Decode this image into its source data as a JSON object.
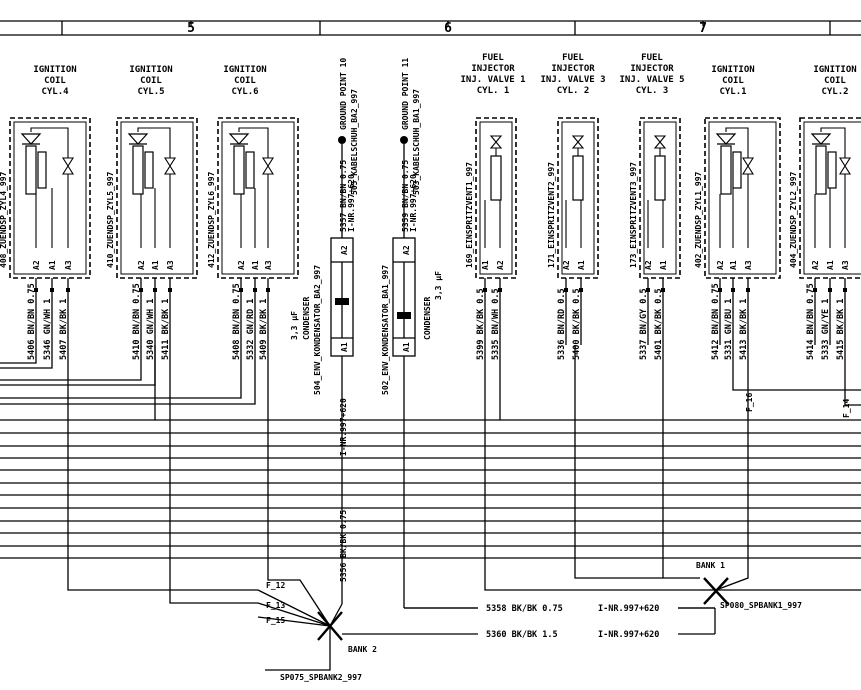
{
  "zones": [
    "5",
    "6",
    "7"
  ],
  "components": [
    {
      "id": "c1",
      "title": [
        "IGNITION",
        "COIL",
        "CYL.4"
      ],
      "label": "408_ZUENDSP_ZYL4_997",
      "kind": "coil",
      "pins": [
        "A2",
        "A1",
        "A3"
      ],
      "wires": [
        "5406 BN/BN 0.75",
        "5346 GN/WH 1",
        "5407 BK/BK 1"
      ]
    },
    {
      "id": "c2",
      "title": [
        "IGNITION",
        "COIL",
        "CYL.5"
      ],
      "label": "410_ZUENDSP_ZYL5_997",
      "kind": "coil",
      "pins": [
        "A2",
        "A1",
        "A3"
      ],
      "wires": [
        "5410 BN/BN 0.75",
        "5340 GN/WH 1",
        "5411 BK/BK 1"
      ]
    },
    {
      "id": "c3",
      "title": [
        "IGNITION",
        "COIL",
        "CYL.6"
      ],
      "label": "412_ZUENDSP_ZYL6_997",
      "kind": "coil",
      "pins": [
        "A2",
        "A1",
        "A3"
      ],
      "wires": [
        "5408 BN/BN 0.75",
        "5332 GN/RD 1",
        "5409 BK/BK 1"
      ]
    },
    {
      "id": "i1",
      "title": [
        "FUEL",
        "INJECTOR",
        "INJ. VALVE 1",
        "CYL. 1"
      ],
      "label": "169_EINSPRITZVENT1_997",
      "kind": "injector",
      "pins": [
        "A1",
        "A2"
      ],
      "wires": [
        "5399 BK/BK 0.5",
        "5335 BN/WH 0.5"
      ]
    },
    {
      "id": "i2",
      "title": [
        "FUEL",
        "INJECTOR",
        "INJ. VALVE 3",
        "CYL. 2"
      ],
      "label": "171_EINSPRITZVENT2_997",
      "kind": "injector",
      "pins": [
        "A2",
        "A1"
      ],
      "wires": [
        "5336 BN/RD 0.5",
        "5400 BK/BK 0.5"
      ]
    },
    {
      "id": "i3",
      "title": [
        "FUEL",
        "INJECTOR",
        "INJ. VALVE 5",
        "CYL. 3"
      ],
      "label": "173_EINSPRITZVENT3_997",
      "kind": "injector",
      "pins": [
        "A2",
        "A1"
      ],
      "wires": [
        "5337 BN/GY 0.5",
        "5401 BK/BK 0.5"
      ]
    },
    {
      "id": "c4",
      "title": [
        "IGNITION",
        "COIL",
        "CYL.1"
      ],
      "label": "402_ZUENDSP_ZYL1_997",
      "kind": "coil",
      "pins": [
        "A2",
        "A1",
        "A3"
      ],
      "wires": [
        "5412 BN/BN 0.75",
        "5331 GN/BU 1",
        "5413 BK/BK 1"
      ]
    },
    {
      "id": "c5",
      "title": [
        "IGNITION",
        "COIL",
        "CYL.2"
      ],
      "label": "404_ZUENDSP_ZYL2_997",
      "kind": "coil",
      "pins": [
        "A2",
        "A1",
        "A3"
      ],
      "wires": [
        "5414 BN/BN 0.75",
        "5333 GN/YE 1",
        "5415 BK/BK 1"
      ]
    }
  ],
  "condensers": [
    {
      "id": "k2",
      "label": "504_ENV_KONDENSATOR_BA2_997",
      "text": [
        "3,3 µF",
        "CONDENSER"
      ],
      "pins": [
        "A1",
        "A2"
      ]
    },
    {
      "id": "k1",
      "label": "502_ENV_KONDENSATOR_BA1_997",
      "text": [
        "CONDENSER",
        "3,3 µF"
      ],
      "pins": [
        "A1",
        "A2"
      ]
    }
  ],
  "ground_points": [
    {
      "id": "g10",
      "title": "GROUND POINT 10",
      "label": "505_KABELSCHUH_BA2_997",
      "wire": "5357 BN/BN 0.75",
      "ref": "I-NR.997+620"
    },
    {
      "id": "g11",
      "title": "GROUND POINT 11",
      "label": "503_KABELSCHUH_BA1_997",
      "wire": "5359 BN/BN 0.75",
      "ref": "I-NR.997+620"
    }
  ],
  "labels": {
    "cond_wire_upper": "I-NR.997+620",
    "cond_wire_lower": "5356 BK/BK 0.75",
    "f12": "F_12",
    "f13": "F_13",
    "f15": "F_15",
    "f16": "F_16",
    "f14": "F_14",
    "bank1": "BANK 1",
    "bank2": "BANK 2",
    "sp1": "SP080_SPBANK1_997",
    "sp2": "SP075_SPBANK2_997",
    "w5358": "5358 BK/BK 0.75",
    "w5360": "5360 BK/BK 1.5",
    "ref1": "I-NR.997+620",
    "ref2": "I-NR.997+620"
  }
}
